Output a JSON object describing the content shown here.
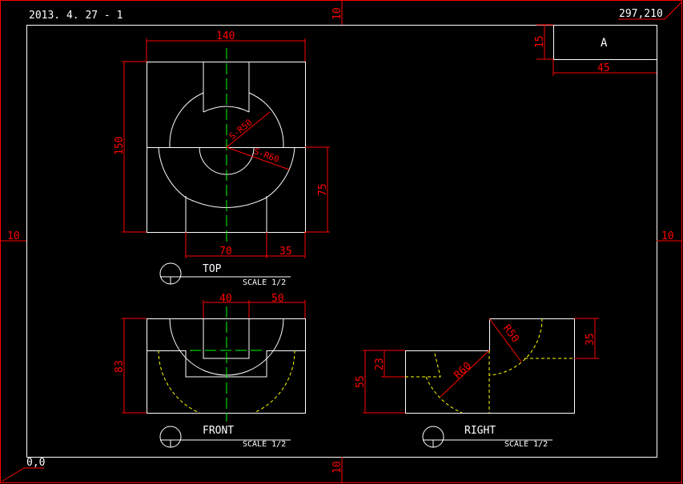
{
  "header": {
    "date_label": "2013. 4. 27 - 1",
    "paper_size": "297,210",
    "origin": "0,0"
  },
  "margins": {
    "top": "10",
    "bottom": "10",
    "left": "10",
    "right": "10"
  },
  "title_block": {
    "letter": "A",
    "height_dim": "15",
    "width_dim": "45"
  },
  "top_view": {
    "label": "TOP",
    "scale": "SCALE 1/2",
    "dims": {
      "width": "140",
      "height": "150",
      "half_height": "75",
      "slot_width": "70",
      "offset": "35",
      "sphere_r50": "S-R50",
      "sphere_r60": "S-R60"
    }
  },
  "front_view": {
    "label": "FRONT",
    "scale": "SCALE 1/2",
    "dims": {
      "slot": "40",
      "offset": "50",
      "height": "83"
    }
  },
  "right_view": {
    "label": "RIGHT",
    "scale": "SCALE 1/2",
    "dims": {
      "height": "55",
      "step": "23",
      "right_height": "35",
      "r60": "R60",
      "r50": "R50"
    }
  },
  "colors": {
    "dimension": "#ff0000",
    "outline": "#ffffff",
    "centerline": "#00ff00",
    "hidden": "#ffff00"
  }
}
